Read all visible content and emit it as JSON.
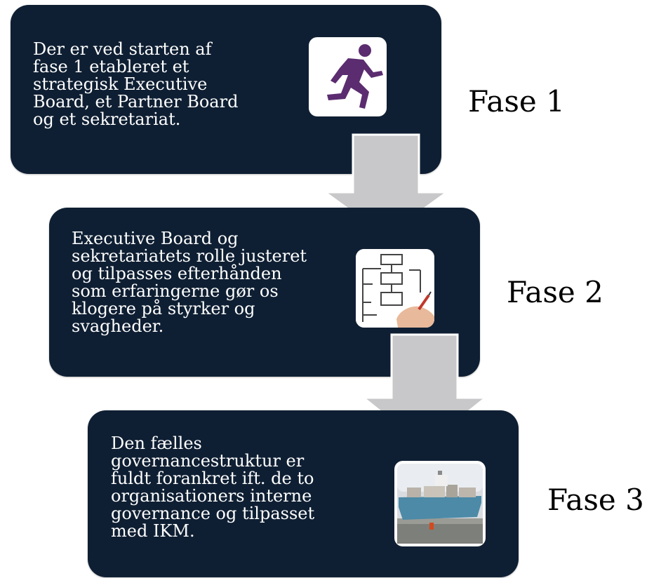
{
  "phases": [
    {
      "text": "Der er ved starten af\nfase 1 etableret et\nstrategisk Executive\nBoard, et Partner Board\nog et sekretariat.",
      "label": "Fase 1",
      "icon": "runner-icon"
    },
    {
      "text": "Executive Board og\nsekretariatets rolle justeret\nog tilpasses efterhånden\nsom erfaringerne gør os\nklogere på styrker og\nsvagheder.",
      "label": "Fase 2",
      "icon": "org-chart-drawing-icon"
    },
    {
      "text": "Den fælles\ngovernancestruktur er\nfuldt forankret ift. de to\norganisationers interne\ngovernance og tilpasset\nmed IKM.",
      "label": "Fase 3",
      "icon": "container-ship-photo"
    }
  ],
  "colors": {
    "box": "#0f1f33",
    "arrow": "#c8c8ca",
    "runner": "#5b2c6f"
  }
}
